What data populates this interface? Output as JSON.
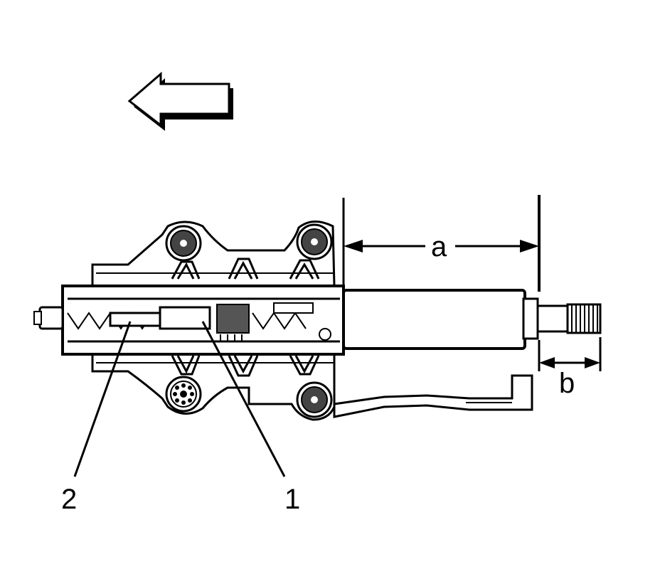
{
  "diagram": {
    "callouts": {
      "item_1": "1",
      "item_2": "2",
      "dimension_a": "a",
      "dimension_b": "b"
    },
    "direction_arrow": {
      "icon": "left-arrow-icon",
      "points": "left"
    },
    "colors": {
      "line": "#000000",
      "background": "#ffffff"
    }
  }
}
